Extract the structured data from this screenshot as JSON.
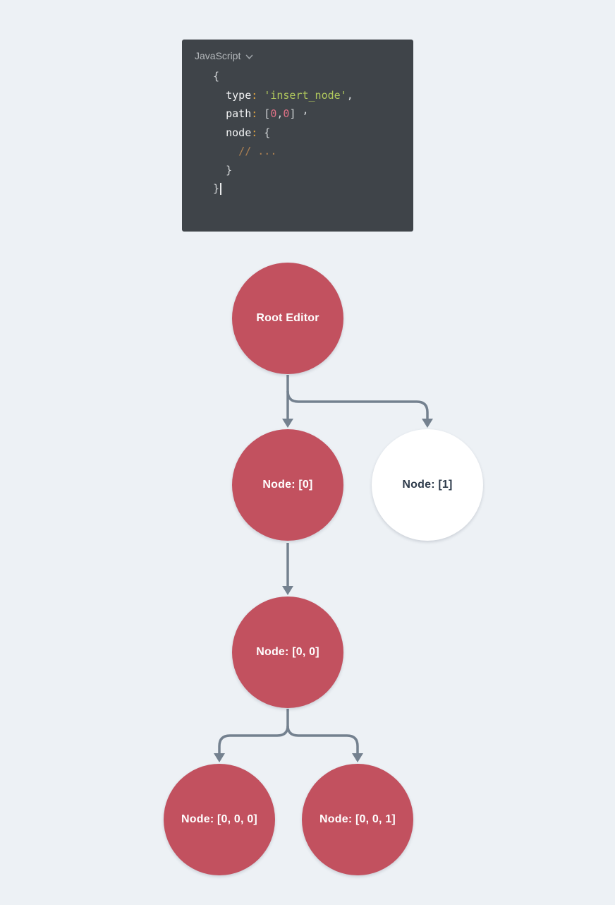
{
  "colors": {
    "page_bg": "#edf1f5",
    "code_panel_bg": "#3f4449",
    "node_active": "#c2515f",
    "node_inactive": "#ffffff",
    "node_text_active": "#ffffff",
    "node_text_inactive": "#2f3c4c",
    "connector": "#74818f",
    "code_key": "#f2f3f4",
    "code_colon": "#dea443",
    "code_string": "#b1c95d",
    "code_number": "#df7186",
    "code_comment": "#ad8052"
  },
  "code_panel": {
    "language_label": "JavaScript",
    "lines": [
      {
        "tokens": [
          "  {"
        ]
      },
      {
        "tokens": [
          "    ",
          "type",
          ":",
          " ",
          "'insert_node'",
          ","
        ]
      },
      {
        "tokens": [
          "    ",
          "path",
          ":",
          " [",
          "0",
          ",",
          "0",
          "] ",
          ","
        ]
      },
      {
        "tokens": [
          "    ",
          "node",
          ":",
          " {"
        ]
      },
      {
        "tokens": [
          "      // ..."
        ]
      },
      {
        "tokens": [
          "    }"
        ]
      },
      {
        "tokens": [
          "  }"
        ]
      }
    ]
  },
  "tree": {
    "nodes": [
      {
        "id": "root",
        "label": "Root Editor",
        "variant": "active"
      },
      {
        "id": "node-0",
        "label": "Node: [0]",
        "variant": "active"
      },
      {
        "id": "node-1",
        "label": "Node: [1]",
        "variant": "inactive"
      },
      {
        "id": "node-0-0",
        "label": "Node: [0, 0]",
        "variant": "active"
      },
      {
        "id": "node-0-0-0",
        "label": "Node: [0, 0, 0]",
        "variant": "active"
      },
      {
        "id": "node-0-0-1",
        "label": "Node: [0, 0, 1]",
        "variant": "active"
      }
    ],
    "edges": [
      [
        "root",
        "node-0"
      ],
      [
        "root",
        "node-1"
      ],
      [
        "node-0",
        "node-0-0"
      ],
      [
        "node-0-0",
        "node-0-0-0"
      ],
      [
        "node-0-0",
        "node-0-0-1"
      ]
    ]
  }
}
